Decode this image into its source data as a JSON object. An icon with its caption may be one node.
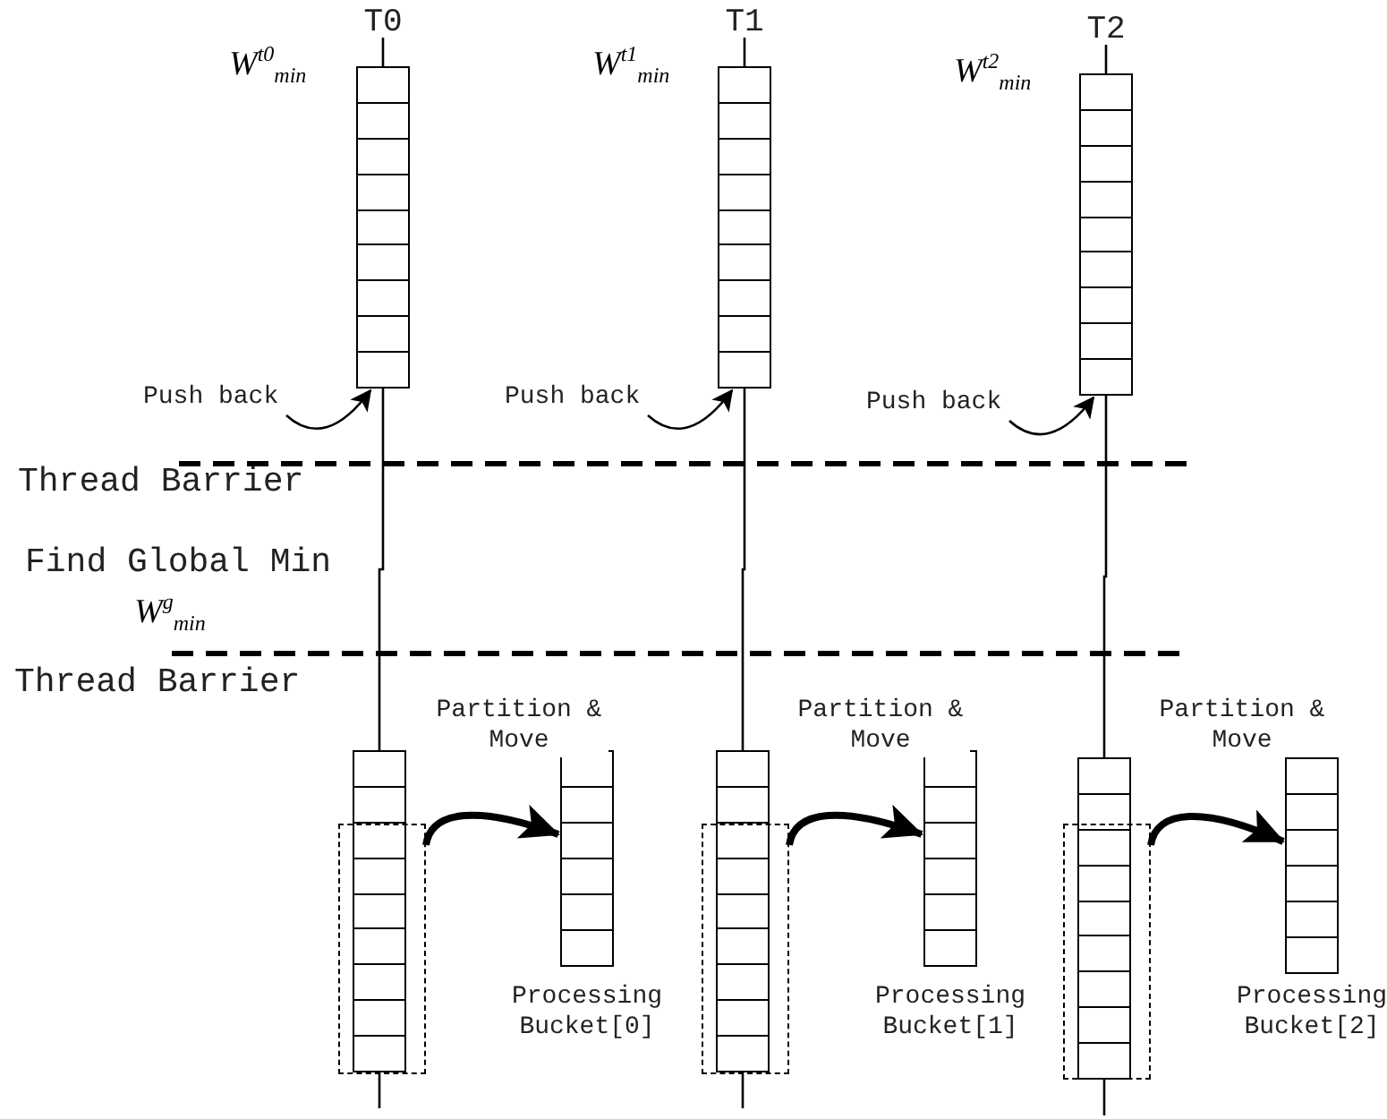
{
  "diagram": {
    "nodes": [
      {
        "text": [],
        "shape": "bar",
        "beside": [
          "T0",
          "W$^{t0}$$_{min}$"
        ]
      },
      {
        "text": [],
        "shape": "bar",
        "beside": [
          "T1",
          "W$^{t1}$$_{min}$"
        ]
      },
      {
        "text": [],
        "shape": "bar",
        "beside": [
          "T2",
          "W$^{t2}$$_{min}$"
        ]
      },
      {
        "text": [
          "Push back"
        ]
      },
      {
        "text": [
          "Push back"
        ]
      },
      {
        "text": [
          "Push back"
        ]
      },
      {
        "text": [],
        "shape": "bar"
      },
      {
        "text": [],
        "shape": "box"
      },
      {
        "text": [],
        "shape": "bar",
        "beside": [
          "Processing Bucket[0]"
        ]
      },
      {
        "text": [],
        "shape": "bar"
      },
      {
        "text": [],
        "shape": "box"
      },
      {
        "text": [],
        "shape": "bar",
        "beside": [
          "Processing Bucket[1]"
        ]
      },
      {
        "text": [],
        "shape": "bar"
      },
      {
        "text": [],
        "shape": "box"
      },
      {
        "text": [],
        "shape": "bar",
        "beside": [
          "Processing Bucket[2]"
        ]
      }
    ],
    "edges": [
      {
        "from": 3,
        "to": 0,
        "arrow": "to"
      },
      {
        "from": 4,
        "to": 1,
        "arrow": "to"
      },
      {
        "from": 5,
        "to": 2,
        "arrow": "to"
      },
      {
        "from": 0,
        "to": 6,
        "arrow": "none"
      },
      {
        "from": 1,
        "to": 9,
        "arrow": "none"
      },
      {
        "from": 2,
        "to": 12,
        "arrow": "none"
      },
      {
        "from": 7,
        "to": 8,
        "arrow": "to",
        "label": "Partition & Move",
        "style": "thick"
      },
      {
        "from": 10,
        "to": 11,
        "arrow": "to",
        "label": "Partition & Move",
        "style": "thick"
      },
      {
        "from": 13,
        "to": 14,
        "arrow": "to",
        "label": "Partition & Move",
        "style": "thick"
      }
    ],
    "labels": [
      "Thread Barrier",
      "Find Global Min",
      "W$^{g}$$_{min}$",
      "Thread Barrier"
    ]
  }
}
